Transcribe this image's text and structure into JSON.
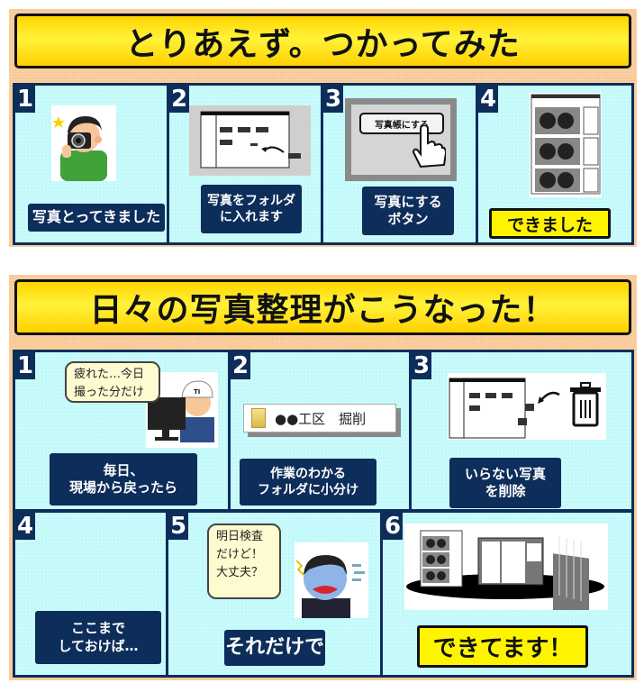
{
  "section1": {
    "title": "とりあえず。つかってみた",
    "steps": [
      {
        "number": "1",
        "caption": "写真とってきました",
        "illustration": "photographer-icon"
      },
      {
        "number": "2",
        "caption": "写真をフォルダ\nに入れます",
        "illustration": "drag-photos-to-folder-icon"
      },
      {
        "number": "3",
        "caption": "写真にする\nボタン",
        "illustration": "click-button-icon",
        "button_label": "写真帳にする"
      },
      {
        "number": "4",
        "caption": "できました",
        "illustration": "photo-album-document-icon"
      }
    ]
  },
  "section2": {
    "title": "日々の写真整理がこうなった！",
    "steps": [
      {
        "number": "1",
        "caption": "毎日、\n現場から戻ったら",
        "bubble": "疲れた…今日\n撮った分だけ",
        "illustration": "worker-at-computer-icon"
      },
      {
        "number": "2",
        "caption": "作業のわかる\nフォルダに小分け",
        "folder_name": "●●工区　掘削",
        "illustration": "folder-icon"
      },
      {
        "number": "3",
        "caption": "いらない写真\nを削除",
        "illustration": "delete-to-trash-icon"
      },
      {
        "number": "4",
        "caption": "ここまで\nしておけば…"
      },
      {
        "number": "5",
        "caption": "それだけで",
        "bubble": "明日検査\nだけど！\n大丈夫？",
        "illustration": "worried-man-icon"
      },
      {
        "number": "6",
        "caption": "できてます！",
        "illustration": "finished-documents-icon"
      }
    ]
  },
  "colors": {
    "frame": "#f9cfa0",
    "banner_yellow": "#ffe600",
    "navy": "#0d2d5a",
    "panel_bg": "#c8fbfb",
    "highlight_yellow": "#fff400"
  }
}
